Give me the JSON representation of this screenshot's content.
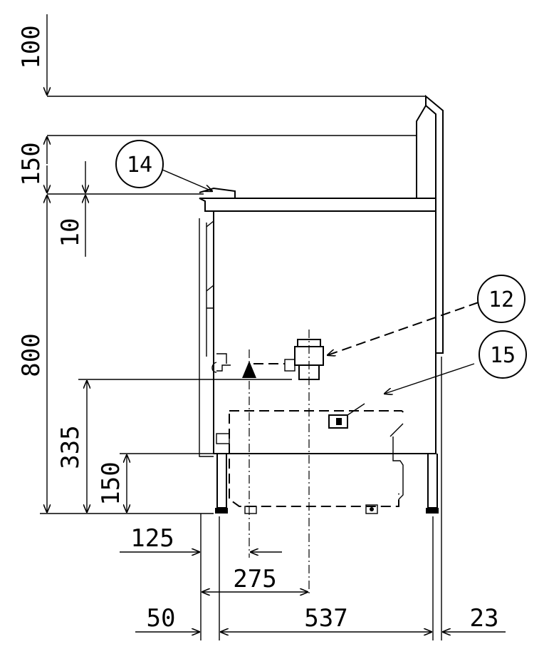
{
  "dimensions": {
    "d100": "100",
    "d150_top": "150",
    "d10": "10",
    "d800": "800",
    "d335": "335",
    "d150_low": "150",
    "d125": "125",
    "d275": "275",
    "d50": "50",
    "d537": "537",
    "d23": "23"
  },
  "callouts": {
    "c14": "14",
    "c12": "12",
    "c15": "15"
  }
}
